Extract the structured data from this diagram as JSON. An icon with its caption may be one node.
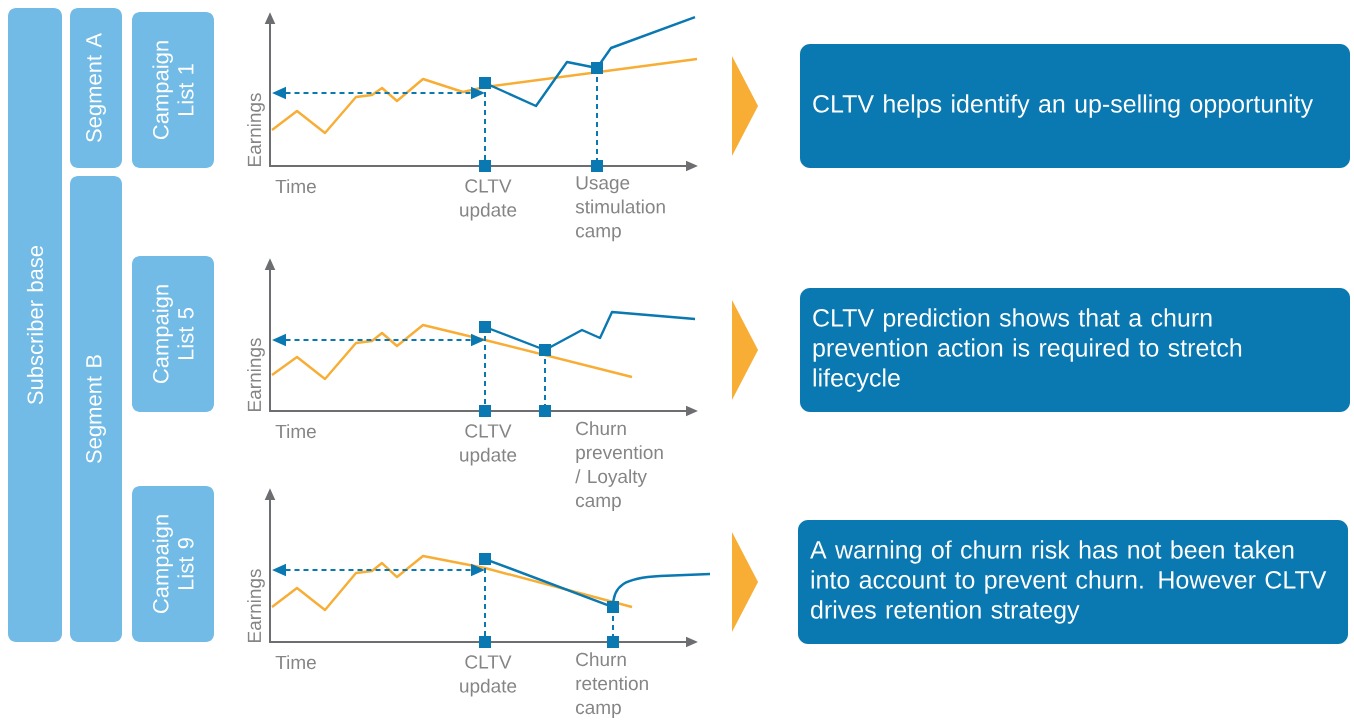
{
  "diagram": {
    "nodes": [
      {
        "text": [
          "Subscriber base"
        ]
      },
      {
        "text": [
          "Segment A"
        ]
      },
      {
        "text": [
          "Segment B"
        ]
      },
      {
        "text": [
          "Campaign List 1"
        ]
      },
      {
        "text": [
          "Campaign List 5"
        ]
      },
      {
        "text": [
          "Campaign List 9"
        ]
      },
      {
        "text": [
          "CLTV helps identify an up-selling opportunity"
        ]
      },
      {
        "text": [
          "CLTV prediction shows that a churn prevention action is required to stretch lifecycle"
        ]
      },
      {
        "text": [
          "A warning of churn risk has not been taken into account to prevent churn. However CLTV drives retention strategy"
        ]
      }
    ],
    "labels": [
      "Earnings",
      "Time",
      "CLTV update",
      "Usage stimulation camp",
      "Earnings",
      "Time",
      "CLTV update",
      "Churn prevention / Loyalty camp",
      "Earnings",
      "Time",
      "CLTV update",
      "Churn retention camp"
    ]
  }
}
